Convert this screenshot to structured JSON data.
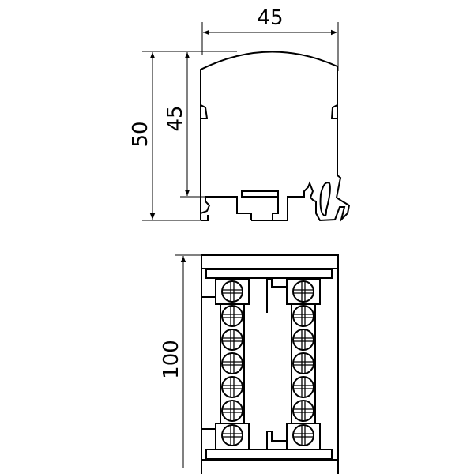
{
  "dimensions": {
    "width_top": "45",
    "height_total": "50",
    "height_body": "45",
    "length": "100"
  },
  "screws_per_row": 7,
  "rows": 2,
  "colors": {
    "line": "#000000",
    "background": "#ffffff"
  }
}
